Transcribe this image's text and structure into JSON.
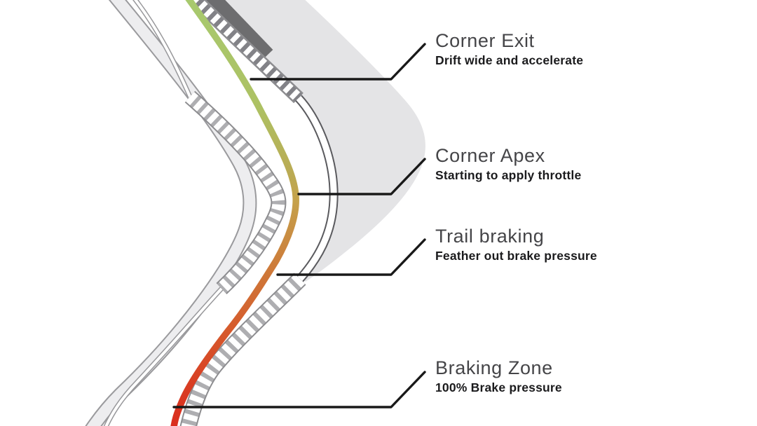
{
  "figure": {
    "type": "racing-line-corner-diagram",
    "callouts": [
      {
        "id": "corner-exit",
        "title": "Corner Exit",
        "subtitle": "Drift wide and accelerate"
      },
      {
        "id": "corner-apex",
        "title": "Corner Apex",
        "subtitle": "Starting to apply throttle"
      },
      {
        "id": "trail-braking",
        "title": "Trail braking",
        "subtitle": "Feather out brake pressure"
      },
      {
        "id": "braking-zone",
        "title": "Braking Zone",
        "subtitle": "100% Brake pressure"
      }
    ],
    "racing_line": {
      "gradient": [
        {
          "zone": "corner-exit",
          "offset": "0",
          "color": "#a7ca6f"
        },
        {
          "zone": "corner-exit",
          "offset": "0.26",
          "color": "#adc163"
        },
        {
          "zone": "corner-apex",
          "offset": "0.42",
          "color": "#bba952"
        },
        {
          "zone": "corner-apex",
          "offset": "0.47",
          "color": "#c5a34c"
        },
        {
          "zone": "trail-braking",
          "offset": "0.62",
          "color": "#cd7c3a"
        },
        {
          "zone": "trail-braking",
          "offset": "0.77",
          "color": "#d65a2c"
        },
        {
          "zone": "braking-zone",
          "offset": "0.91",
          "color": "#d93a22"
        },
        {
          "zone": "braking-zone",
          "offset": "1",
          "color": "#da2b1d"
        }
      ]
    },
    "colors": {
      "runoff": "#e4e4e6",
      "track_edge_fill": "#ededef",
      "track_edge_rail": "#9a9a9d",
      "kerb_rail": "#8d8d90",
      "kerb_gap": "#aeaeb1",
      "kerb_gap_dark": "#828287",
      "kerb_block": "#ffffff",
      "edge_line_dark": "#5a5a5e",
      "thin_strip": "#98989b",
      "barrier": "#6d6d6f",
      "callout_line": "#191919",
      "title_text": "#454548",
      "subtitle_text": "#1b1b1d"
    }
  }
}
